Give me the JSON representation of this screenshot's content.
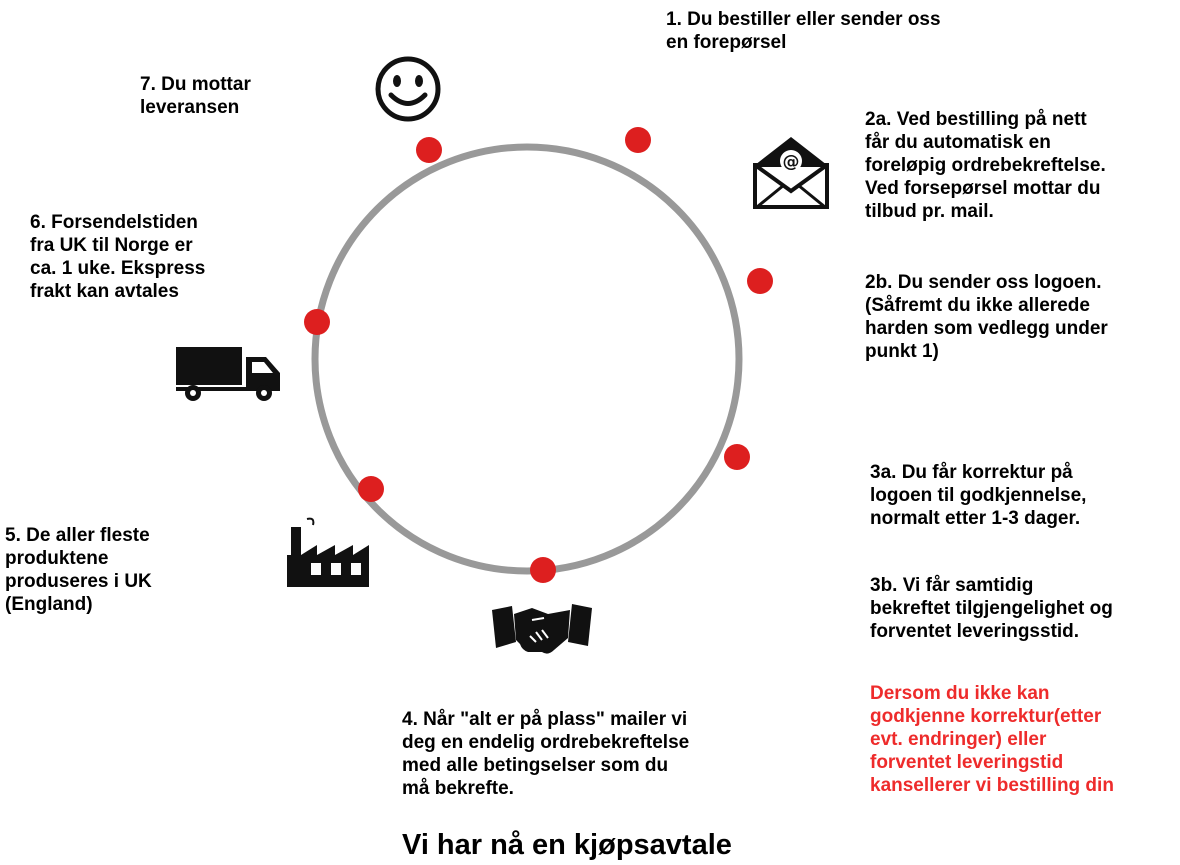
{
  "colors": {
    "circle": "#999999",
    "node": "#dd1f1f",
    "note": "#ee2b2b",
    "icon": "#111111"
  },
  "steps": {
    "s1": {
      "lines": [
        "1. Du bestiller eller sender oss",
        "en forepørsel"
      ]
    },
    "s2a": {
      "lines": [
        "2a. Ved bestilling på nett",
        "får du automatisk en",
        "foreløpig ordrebekreftelse.",
        "Ved forsepørsel mottar du",
        "tilbud pr. mail."
      ]
    },
    "s2b": {
      "lines": [
        "2b. Du sender oss logoen.",
        "(Såfremt du ikke allerede",
        "harden som vedlegg under",
        "punkt 1)"
      ]
    },
    "s3a": {
      "lines": [
        "3a. Du får korrektur på",
        "logoen til godkjennelse,",
        "normalt etter 1-3 dager."
      ]
    },
    "s3b": {
      "lines": [
        "3b. Vi får samtidig",
        "bekreftet tilgjengelighet og",
        "forventet leveringsstid."
      ]
    },
    "note": {
      "lines": [
        "Dersom du ikke kan",
        "godkjenne korrektur(etter",
        "evt. endringer) eller",
        "forventet leveringstid",
        "kansellerer vi bestilling din"
      ]
    },
    "s4": {
      "lines": [
        "4. Når \"alt er på plass\" mailer vi",
        "deg en endelig ordrebekreftelse",
        "med alle betingselser som du",
        "må bekrefte."
      ]
    },
    "s5": {
      "lines": [
        "5. De aller fleste",
        "produktene",
        "produseres i UK",
        "(England)"
      ]
    },
    "s6": {
      "lines": [
        "6. Forsendelstiden",
        "fra UK til Norge er",
        "ca. 1 uke. Ekspress",
        "frakt kan avtales"
      ]
    },
    "s7": {
      "lines": [
        "7. Du mottar",
        "leveransen"
      ]
    }
  },
  "summary": "Vi har nå en kjøpsavtale",
  "icons": {
    "step1_2": "envelope-at-icon",
    "step4": "handshake-icon",
    "step5": "factory-icon",
    "step6": "truck-icon",
    "step7": "smiley-icon"
  }
}
